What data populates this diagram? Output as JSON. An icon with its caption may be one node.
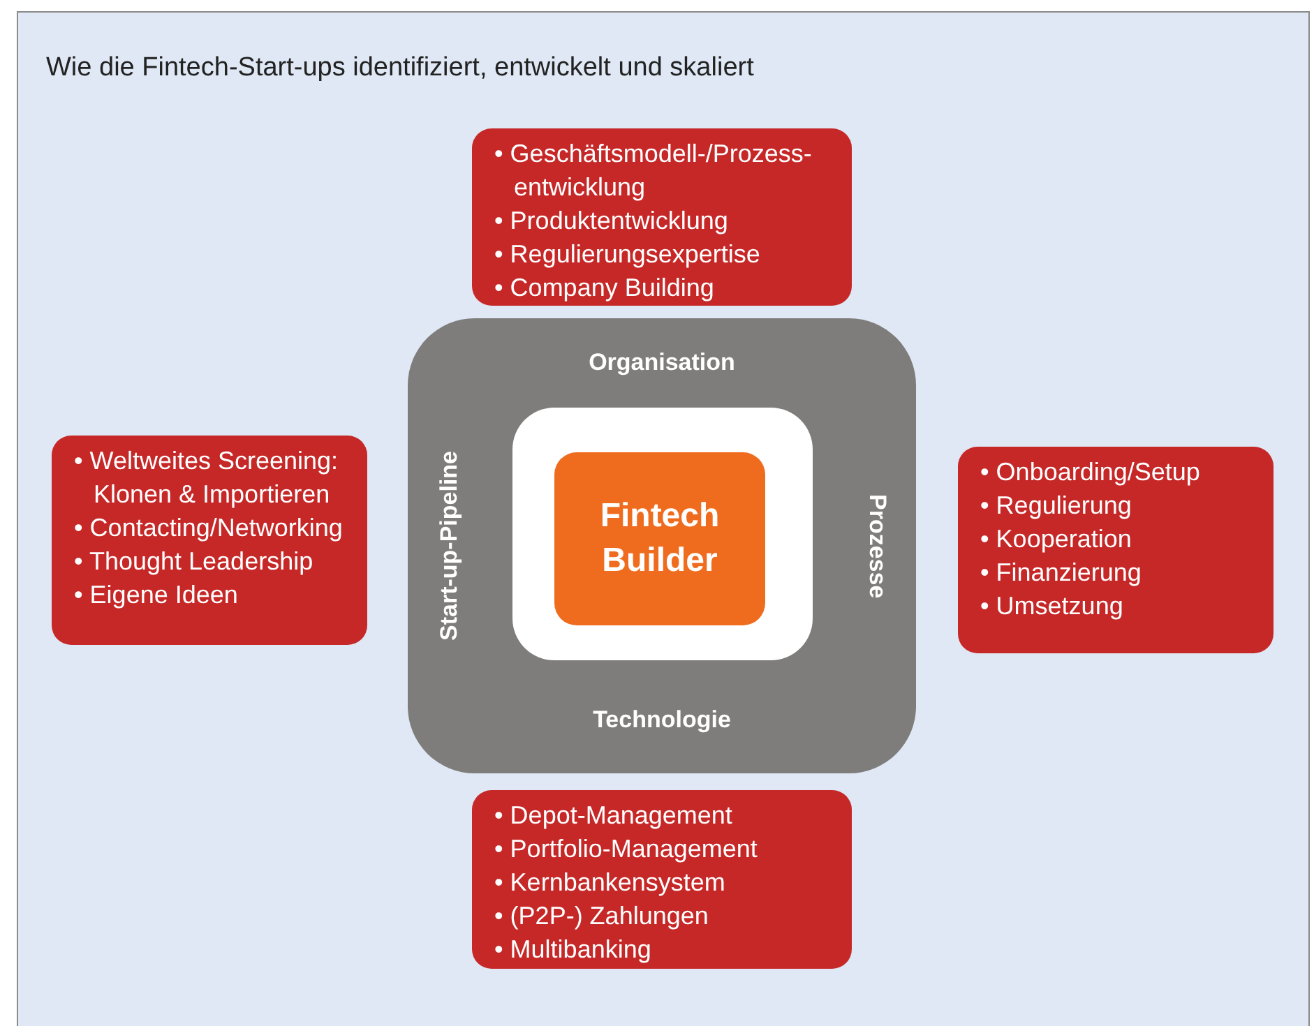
{
  "diagram": {
    "title": "Wie die Fintech-Start-ups identifiziert, entwickelt und skaliert",
    "nodes": [
      {
        "text": [
          "• Geschäftsmodell-/Prozess-entwicklung",
          "• Produktentwicklung",
          "• Regulierungsexpertise",
          "• Company Building"
        ]
      },
      {
        "text": [
          "• Weltweites Screening: Klonen & Importieren",
          "• Contacting/Networking",
          "• Thought Leadership",
          "• Eigene Ideen"
        ]
      },
      {
        "text": [
          "Organisation",
          "Prozesse",
          "Technologie",
          "Start-up-Pipeline"
        ]
      },
      {
        "text": [],
        "shape": "box",
        "in": 2
      },
      {
        "text": [
          "Fintech Builder"
        ],
        "in": 3
      },
      {
        "text": [
          "• Onboarding/Setup",
          "• Regulierung",
          "• Kooperation",
          "• Finanzierung",
          "• Umsetzung"
        ]
      },
      {
        "text": [
          "• Depot-Management",
          "• Portfolio-Management",
          "• Kernbankensystem",
          "• (P2P-) Zahlungen",
          "• Multibanking"
        ]
      }
    ],
    "edges": []
  }
}
